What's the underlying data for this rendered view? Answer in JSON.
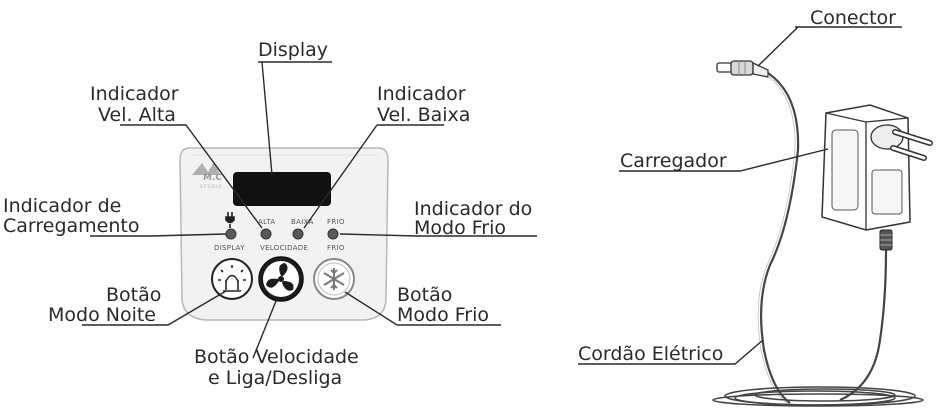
{
  "panel": {
    "brand_text": "M.C",
    "brand_subtext": "S T U D I O",
    "indicator_labels": {
      "alta": "ALTA",
      "baixa": "BAIXA",
      "frio": "FRIO"
    },
    "button_labels": {
      "display": "DISPLAY",
      "velocidade": "VELOCIDADE",
      "frio": "FRIO"
    }
  },
  "callouts_left": {
    "display": "Display",
    "vel_alta_1": "Indicador",
    "vel_alta_2": "Vel. Alta",
    "vel_baixa_1": "Indicador",
    "vel_baixa_2": "Vel. Baixa",
    "carregamento_1": "Indicador de",
    "carregamento_2": "Carregamento",
    "modo_frio_ind_1": "Indicador do",
    "modo_frio_ind_2": "Modo Frio",
    "modo_noite_1": "Botão",
    "modo_noite_2": "Modo Noite",
    "modo_frio_btn_1": "Botão",
    "modo_frio_btn_2": "Modo Frio",
    "velocidade_1": "Botão Velocidade",
    "velocidade_2": "e Liga/Desliga"
  },
  "callouts_right": {
    "conector": "Conector",
    "carregador": "Carregador",
    "cordao": "Cordão Elétrico"
  }
}
